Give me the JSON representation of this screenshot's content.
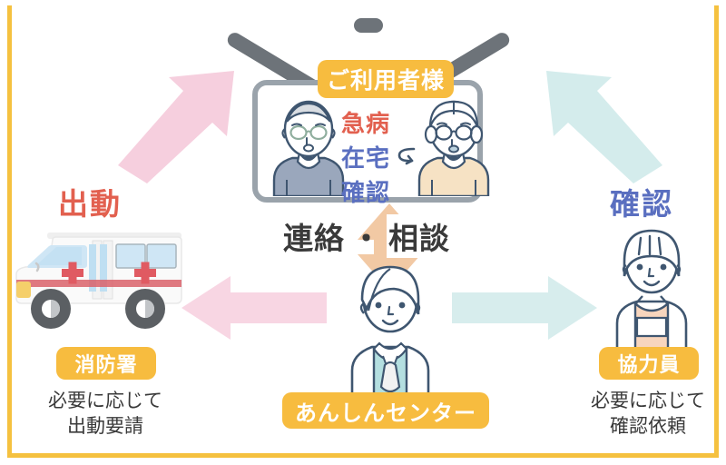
{
  "diagram": {
    "title_house_badge": "ご利用者様",
    "frame_color": "#f5c13f",
    "house": {
      "roof_color": "#6d7379",
      "wall_border_color": "#9aa3ab",
      "words": [
        {
          "text": "急病",
          "color": "#e2604f"
        },
        {
          "text": "在宅",
          "color": "#5a6fc0"
        },
        {
          "text": "確認",
          "color": "#5a6fc0"
        }
      ],
      "occupants": [
        {
          "name": "elderly-man",
          "clothing_color": "#9aa7bc"
        },
        {
          "name": "elderly-woman",
          "clothing_color": "#f6e2c4"
        }
      ]
    },
    "center_link_text": {
      "left": "連絡",
      "separator": "・",
      "right": "相談"
    },
    "left_column": {
      "heading": "出動",
      "heading_color": "#e2604f",
      "icon": "ambulance-icon",
      "badge": "消防署",
      "caption_line1": "必要に応じて",
      "caption_line2": "出動要請"
    },
    "right_column": {
      "heading": "確認",
      "heading_color": "#5a6fc0",
      "icon": "helper-person-icon",
      "badge": "協力員",
      "caption_line1": "必要に応じて",
      "caption_line2": "確認依頼"
    },
    "center_column": {
      "icon": "operator-person-icon",
      "badge": "あんしんセンター"
    },
    "arrows": [
      {
        "name": "arrow-up-left",
        "direction": "up-right",
        "color": "#f6cfde",
        "meaning": "dispatch-to-user"
      },
      {
        "name": "arrow-up-right",
        "direction": "up-left",
        "color": "#d4ecec",
        "meaning": "confirm-to-user"
      },
      {
        "name": "arrow-left",
        "direction": "left",
        "color": "#f8d6e3",
        "meaning": "center-to-fire-station"
      },
      {
        "name": "arrow-right",
        "direction": "right",
        "color": "#d7eded",
        "meaning": "center-to-helper"
      },
      {
        "name": "arrow-vertical-double",
        "direction": "both",
        "color": "#f2c9a4",
        "meaning": "user-center-contact"
      }
    ]
  }
}
